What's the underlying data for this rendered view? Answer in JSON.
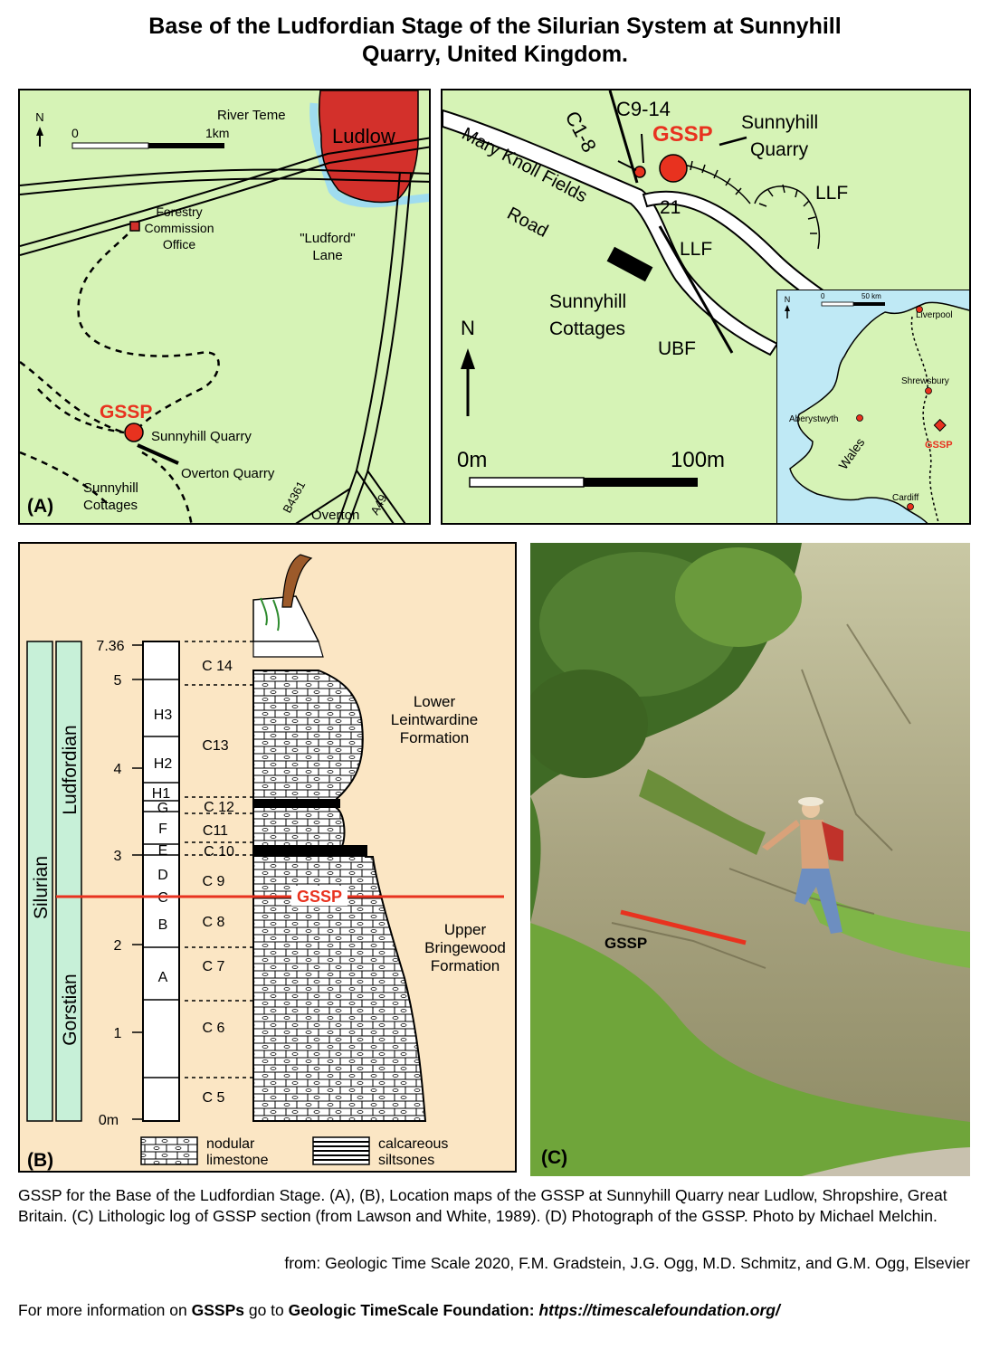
{
  "title_line1": "Base of the Ludfordian Stage of the Silurian System at Sunnyhill",
  "title_line2": "Quarry, United Kingdom.",
  "map_a": {
    "north": "N",
    "scale_start": "0",
    "scale_end": "1km",
    "river": "River Teme",
    "town": "Ludlow",
    "forestry_line1": "Forestry",
    "forestry_line2": "Commission",
    "forestry_line3": "Office",
    "lane_line1": "\"Ludford\"",
    "lane_line2": "Lane",
    "gssp": "GSSP",
    "sunnyhill_quarry": "Sunnyhill Quarry",
    "overton_quarry": "Overton Quarry",
    "cottages_line1": "Sunnyhill",
    "cottages_line2": "Cottages",
    "road_b": "B4361",
    "road_a": "A49",
    "overton": "Overton",
    "panel_label": "(A)",
    "town_color": "#d3302b",
    "river_color": "#9fdcef"
  },
  "map_b": {
    "c18": "C1-8",
    "c914": "C9-14",
    "gssp": "GSSP",
    "quarry_line1": "Sunnyhill",
    "quarry_line2": "Quarry",
    "road_line1": "Mary Knoll Fields",
    "road_line2": "Road",
    "num21": "21",
    "llf1": "LLF",
    "llf2": "LLF",
    "cottages_line1": "Sunnyhill",
    "cottages_line2": "Cottages",
    "ubf": "UBF",
    "north": "N",
    "scale_start": "0m",
    "scale_end": "100m",
    "inset": {
      "north": "N",
      "scale_start": "0",
      "scale_end": "50 km",
      "liverpool": "Liverpool",
      "shrewsbury": "Shrewsbury",
      "aberystwyth": "Aberystwyth",
      "wales": "Wales",
      "gssp": "GSSP",
      "cardiff": "Cardiff"
    }
  },
  "column": {
    "system": "Silurian",
    "stage_upper": "Ludfordian",
    "stage_lower": "Gorstian",
    "top_height": "7.36",
    "heights": [
      "5",
      "4",
      "3",
      "2",
      "1",
      "0m"
    ],
    "units": [
      "H3",
      "H2",
      "H1",
      "G",
      "F",
      "E",
      "D",
      "C",
      "B",
      "A"
    ],
    "beds": [
      "C 14",
      "C13",
      "C 12",
      "C11",
      "C 10",
      "C 9",
      "C 8",
      "C 7",
      "C 6",
      "C 5"
    ],
    "gssp": "GSSP",
    "formation_upper_line1": "Lower",
    "formation_upper_line2": "Leintwardine",
    "formation_upper_line3": "Formation",
    "formation_lower_line1": "Upper",
    "formation_lower_line2": "Bringewood",
    "formation_lower_line3": "Formation",
    "legend_nodular_line1": "nodular",
    "legend_nodular_line2": "limestone",
    "legend_silt_line1": "calcareous",
    "legend_silt_line2": "siltsones",
    "panel_label": "(B)",
    "gssp_color": "#e8321f",
    "band_color": "#c7f0d8"
  },
  "photo": {
    "gssp": "GSSP",
    "panel_label": "(C)"
  },
  "caption": "GSSP for the Base of the Ludfordian Stage. (A), (B), Location maps of the GSSP at Sunnyhill Quarry near Ludlow, Shropshire, Great Britain.  (C) Lithologic log of GSSP section (from Lawson and White, 1989).  (D) Photograph of the GSSP. Photo by Michael Melchin.",
  "source": "from: Geologic Time Scale 2020, F.M. Gradstein, J.G. Ogg, M.D. Schmitz, and G.M. Ogg, Elsevier",
  "more_info": {
    "prefix": "For more information on ",
    "gssps": "GSSPs",
    "middle": " go to ",
    "foundation": "Geologic TimeScale Foundation:",
    "url": "https://timescalefoundation.org/"
  }
}
